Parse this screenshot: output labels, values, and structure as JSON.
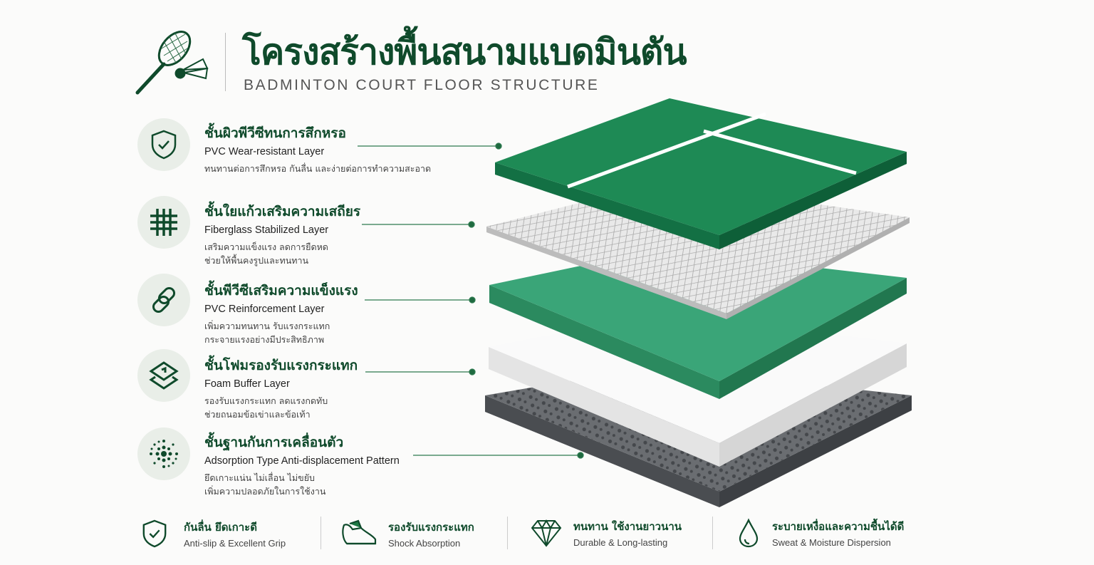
{
  "header": {
    "title_th": "โครงสร้างพื้นสนามแบดมินตัน",
    "title_en": "BADMINTON COURT FLOOR STRUCTURE",
    "logo_icon": "racket-shuttlecock-icon"
  },
  "layers": [
    {
      "title_th": "ชั้นผิวพีวีซีทนการสึกหรอ",
      "title_en": "PVC Wear-resistant Layer",
      "desc": [
        "ทนทานต่อการสึกหรอ กันลื่น และง่ายต่อการทำความสะอาด"
      ],
      "icon": "shield-check-icon"
    },
    {
      "title_th": "ชั้นใยแก้วเสริมความเสถียร",
      "title_en": "Fiberglass Stabilized Layer",
      "desc": [
        "เสริมความแข็งแรง ลดการยืดหด",
        "ช่วยให้พื้นคงรูปและทนทาน"
      ],
      "icon": "grid-icon"
    },
    {
      "title_th": "ชั้นพีวีซีเสริมความแข็งแรง",
      "title_en": "PVC Reinforcement Layer",
      "desc": [
        "เพิ่มความทนทาน รับแรงกระแทก",
        "กระจายแรงอย่างมีประสิทธิภาพ"
      ],
      "icon": "link-icon"
    },
    {
      "title_th": "ชั้นโฟมรองรับแรงกระแทก",
      "title_en": "Foam Buffer Layer",
      "desc": [
        "รองรับแรงกระแทก ลดแรงกดทับ",
        "ช่วยถนอมข้อเข่าและข้อเท้า"
      ],
      "icon": "layers-icon"
    },
    {
      "title_th": "ชั้นฐานกันการเคลื่อนตัว",
      "title_en": "Adsorption Type Anti-displacement Pattern",
      "desc": [
        "ยึดเกาะแน่น ไม่เลื่อน ไม่ขยับ",
        "เพิ่มความปลอดภัยในการใช้งาน"
      ],
      "icon": "dots-pattern-icon"
    }
  ],
  "features": [
    {
      "th": "กันลื่น ยึดเกาะดี",
      "en": "Anti-slip & Excellent Grip",
      "icon": "shield-check-icon"
    },
    {
      "th": "รองรับแรงกระแทก",
      "en": "Shock Absorption",
      "icon": "shoe-icon"
    },
    {
      "th": "ทนทาน ใช้งานยาวนาน",
      "en": "Durable & Long-lasting",
      "icon": "diamond-icon"
    },
    {
      "th": "ระบายเหงื่อและความชื้นได้ดี",
      "en": "Sweat & Moisture Dispersion",
      "icon": "droplet-icon"
    }
  ],
  "colors": {
    "primary": "#0f4a2b",
    "court_green": "#1f8a55",
    "reinforce_green": "#35a274",
    "foam": "#f4f4f4",
    "base": "#5d6064"
  }
}
